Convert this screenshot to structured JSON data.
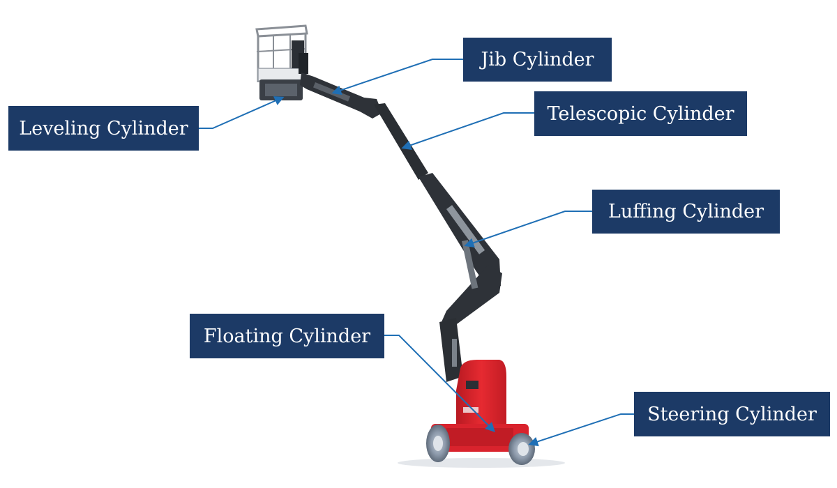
{
  "labels": {
    "jib": "Jib Cylinder",
    "telescopic": "Telescopic Cylinder",
    "leveling": "Leveling Cylinder",
    "luffing": "Luffing Cylinder",
    "floating": "Floating Cylinder",
    "steering": "Steering Cylinder"
  },
  "colors": {
    "label_background": "#1c3a66",
    "label_text": "#ffffff",
    "leader_line": "#1f6fb5",
    "boom": "#2e3238",
    "chassis": "#d9232d",
    "tire": "#8a97a8"
  }
}
